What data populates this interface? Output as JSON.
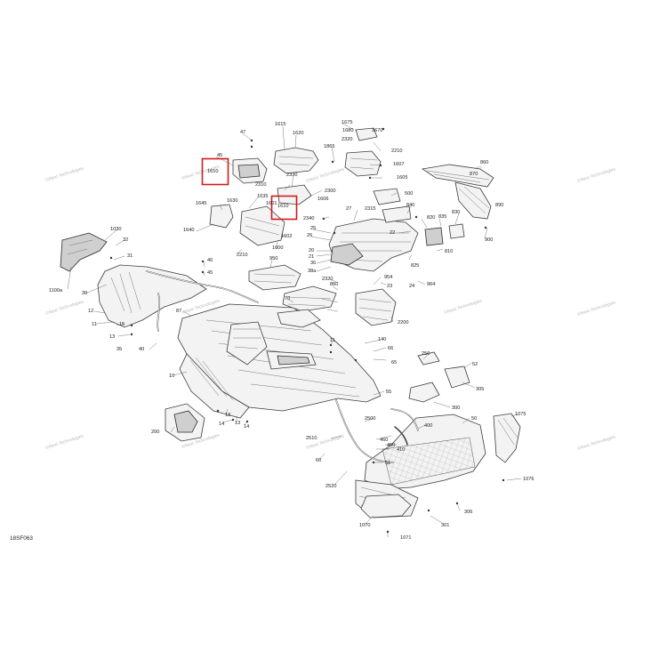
{
  "drawing_code": "18SF063",
  "watermark_text": "©Next Technologies",
  "colors": {
    "highlight": "#d21b1b",
    "line": "#3c3c3c",
    "fill": "#f3f3f3"
  },
  "callouts": [
    {
      "id": "c1615",
      "text": "1615"
    },
    {
      "id": "c1620",
      "text": "1620"
    },
    {
      "id": "c1675",
      "text": "1675"
    },
    {
      "id": "c1680",
      "text": "1680"
    },
    {
      "id": "c1670",
      "text": "1670"
    },
    {
      "id": "c2320a",
      "text": "2320"
    },
    {
      "id": "c1865",
      "text": "1865"
    },
    {
      "id": "c2210a",
      "text": "2210"
    },
    {
      "id": "c47",
      "text": "47"
    },
    {
      "id": "c45a",
      "text": "45"
    },
    {
      "id": "c1610a",
      "text": "1610"
    },
    {
      "id": "c1607",
      "text": "1607"
    },
    {
      "id": "c1605",
      "text": "1605"
    },
    {
      "id": "c2330",
      "text": "2330"
    },
    {
      "id": "c2310",
      "text": "2310"
    },
    {
      "id": "c2300",
      "text": "2300"
    },
    {
      "id": "c500",
      "text": "500"
    },
    {
      "id": "c860",
      "text": "860"
    },
    {
      "id": "c870",
      "text": "870"
    },
    {
      "id": "c890",
      "text": "890"
    },
    {
      "id": "c1635",
      "text": "1635"
    },
    {
      "id": "c1601",
      "text": "1601"
    },
    {
      "id": "c1610b",
      "text": "1610"
    },
    {
      "id": "c1606",
      "text": "1606"
    },
    {
      "id": "c1645",
      "text": "1645"
    },
    {
      "id": "c1630",
      "text": "1630"
    },
    {
      "id": "c2340",
      "text": "2340"
    },
    {
      "id": "c27",
      "text": "27"
    },
    {
      "id": "c2315",
      "text": "2315"
    },
    {
      "id": "c840",
      "text": "840"
    },
    {
      "id": "c820",
      "text": "820"
    },
    {
      "id": "c835",
      "text": "835"
    },
    {
      "id": "c830",
      "text": "830"
    },
    {
      "id": "c1640",
      "text": "1640"
    },
    {
      "id": "c1602",
      "text": "1602"
    },
    {
      "id": "c1600",
      "text": "1600"
    },
    {
      "id": "c25",
      "text": "25"
    },
    {
      "id": "c26",
      "text": "26"
    },
    {
      "id": "c22",
      "text": "22"
    },
    {
      "id": "c900",
      "text": "900"
    },
    {
      "id": "c1030",
      "text": "1030"
    },
    {
      "id": "c32",
      "text": "32"
    },
    {
      "id": "c31",
      "text": "31"
    },
    {
      "id": "c2210b",
      "text": "2210"
    },
    {
      "id": "c20",
      "text": "20"
    },
    {
      "id": "c21",
      "text": "21"
    },
    {
      "id": "c810",
      "text": "810"
    },
    {
      "id": "c46",
      "text": "46"
    },
    {
      "id": "c45b",
      "text": "45"
    },
    {
      "id": "c950",
      "text": "950"
    },
    {
      "id": "c36",
      "text": "36"
    },
    {
      "id": "c38a",
      "text": "38a"
    },
    {
      "id": "c825",
      "text": "825"
    },
    {
      "id": "c1100a",
      "text": "1100a"
    },
    {
      "id": "c30",
      "text": "30"
    },
    {
      "id": "c954",
      "text": "954"
    },
    {
      "id": "c23",
      "text": "23"
    },
    {
      "id": "c24",
      "text": "24"
    },
    {
      "id": "c2320b",
      "text": "2320"
    },
    {
      "id": "c964",
      "text": "964"
    },
    {
      "id": "c860b",
      "text": "860"
    },
    {
      "id": "c70",
      "text": "70"
    },
    {
      "id": "c87",
      "text": "87"
    },
    {
      "id": "c12",
      "text": "12"
    },
    {
      "id": "c11",
      "text": "11"
    },
    {
      "id": "c2200",
      "text": "2200"
    },
    {
      "id": "c15",
      "text": "15"
    },
    {
      "id": "c13a",
      "text": "13"
    },
    {
      "id": "c35",
      "text": "35"
    },
    {
      "id": "c40",
      "text": "40"
    },
    {
      "id": "c140",
      "text": "140"
    },
    {
      "id": "c11b",
      "text": "11"
    },
    {
      "id": "c66",
      "text": "66"
    },
    {
      "id": "c65",
      "text": "65"
    },
    {
      "id": "c250",
      "text": "250"
    },
    {
      "id": "c52",
      "text": "52"
    },
    {
      "id": "c10",
      "text": "10"
    },
    {
      "id": "c305",
      "text": "305"
    },
    {
      "id": "c55",
      "text": "55"
    },
    {
      "id": "c200",
      "text": "200"
    },
    {
      "id": "c13b",
      "text": "13"
    },
    {
      "id": "c14a",
      "text": "14"
    },
    {
      "id": "c13c",
      "text": "13"
    },
    {
      "id": "c14b",
      "text": "14"
    },
    {
      "id": "c300",
      "text": "300"
    },
    {
      "id": "c2500",
      "text": "2500"
    },
    {
      "id": "c400",
      "text": "400"
    },
    {
      "id": "c50",
      "text": "50"
    },
    {
      "id": "c1075",
      "text": "1075"
    },
    {
      "id": "c2510",
      "text": "2510"
    },
    {
      "id": "c460",
      "text": "460"
    },
    {
      "id": "c450",
      "text": "450"
    },
    {
      "id": "c410",
      "text": "410"
    },
    {
      "id": "c60",
      "text": "60"
    },
    {
      "id": "c51",
      "text": "51"
    },
    {
      "id": "c1076",
      "text": "1076"
    },
    {
      "id": "c2520",
      "text": "2520"
    },
    {
      "id": "c306",
      "text": "306"
    },
    {
      "id": "c1070",
      "text": "1070"
    },
    {
      "id": "c301",
      "text": "301"
    },
    {
      "id": "c1071",
      "text": "1071"
    }
  ]
}
